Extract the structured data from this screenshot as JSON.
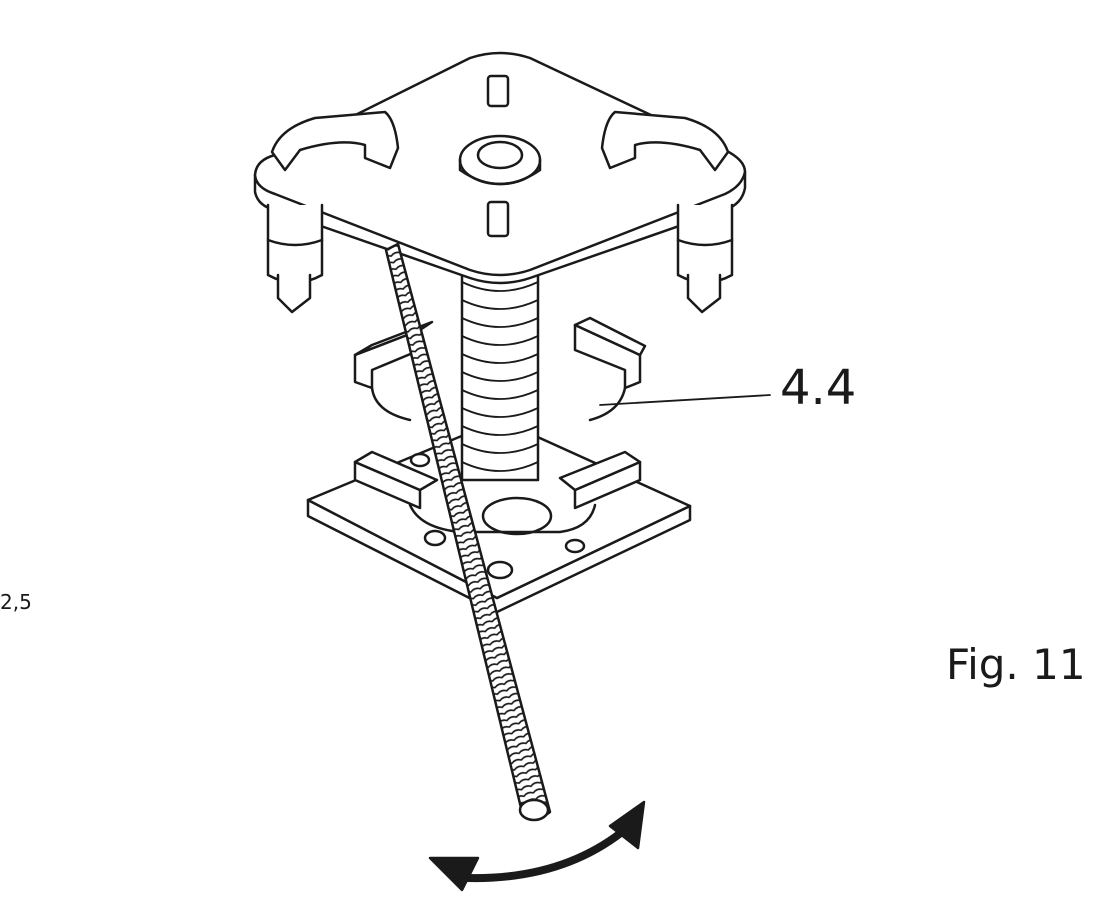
{
  "figure": {
    "caption": "Fig. 11",
    "callout": "4.4",
    "side_note": "2,5"
  },
  "colors": {
    "stroke": "#1a1a1a",
    "fill": "#ffffff"
  },
  "icons": {
    "rotation_arrow": "curved-double-arrow-icon"
  }
}
